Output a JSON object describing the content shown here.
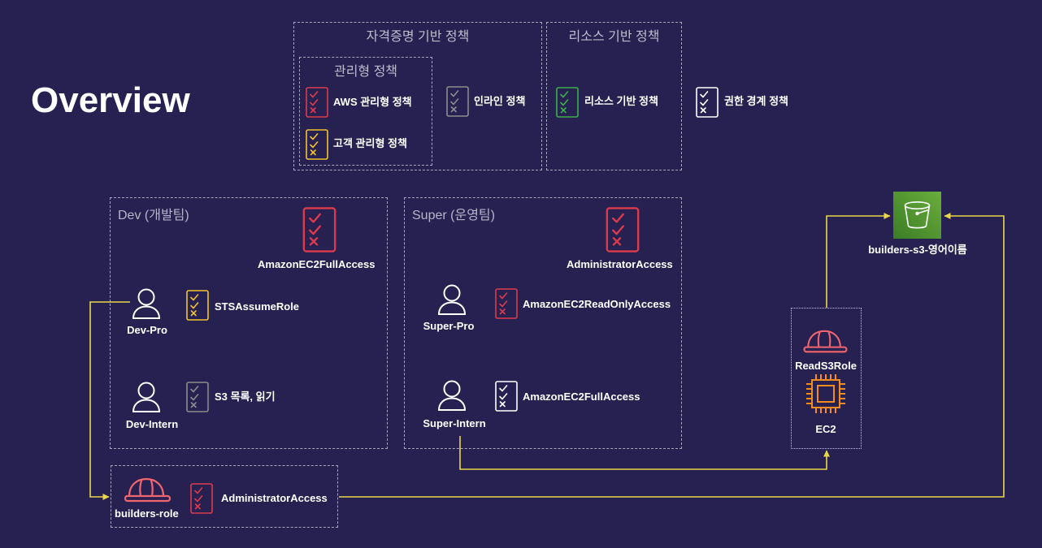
{
  "colors": {
    "background": "#262150",
    "border": "#a6a5bd",
    "connector": "#e9d64b",
    "aws_managed": "#dd3b4c",
    "customer_managed": "#f2c230",
    "inline": "#8c8c8c",
    "resource_based": "#3cae4a",
    "boundary": "#ffffff",
    "role": "#f1666e",
    "ec2": "#f28b20",
    "s3_top": "#6aae3c",
    "s3_bottom": "#3b7d26"
  },
  "icons": {
    "policy": "checklist-icon",
    "user": "user-icon",
    "role": "hard-hat-icon",
    "ec2": "ec2-chip-icon",
    "s3": "s3-bucket-icon"
  },
  "title": "Overview",
  "legend": {
    "identity_based": {
      "title": "자격증명 기반 정책",
      "managed": {
        "title": "관리형 정책",
        "aws_managed": "AWS 관리형 정책",
        "customer_managed": "고객 관리형 정책"
      },
      "inline": "인라인 정책"
    },
    "resource_based": {
      "title": "리소스 기반 정책",
      "item": "리소스 기반 정책"
    },
    "boundary": "권한 경계 정책"
  },
  "dev": {
    "label": "Dev (개발팀)",
    "group_policy": "AmazonEC2FullAccess",
    "users": [
      {
        "name": "Dev-Pro",
        "policy": "STSAssumeRole"
      },
      {
        "name": "Dev-Intern",
        "policy": "S3 목록, 읽기"
      }
    ]
  },
  "super": {
    "label": "Super (운영팀)",
    "group_policy": "AdministratorAccess",
    "users": [
      {
        "name": "Super-Pro",
        "policy": "AmazonEC2ReadOnlyAccess"
      },
      {
        "name": "Super-Intern",
        "policy": "AmazonEC2FullAccess"
      }
    ]
  },
  "role": {
    "name": "builders-role",
    "policy": "AdministratorAccess"
  },
  "ec2": {
    "role": "ReadS3Role",
    "label": "EC2"
  },
  "s3": {
    "bucket": "builders-s3-영어이름"
  }
}
